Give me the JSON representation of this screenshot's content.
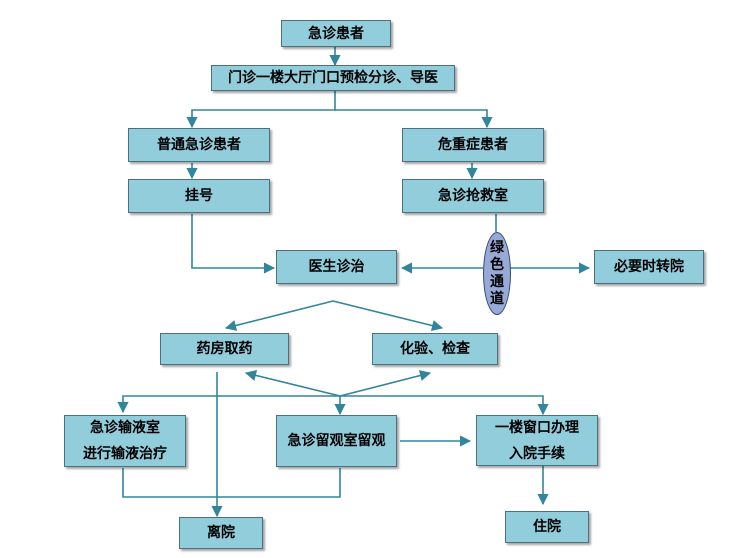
{
  "nodes": {
    "emergency_patient": "急诊患者",
    "triage": "门诊一楼大厅门口预检分诊、导医",
    "regular_patient": "普通急诊患者",
    "critical_patient": "危重症患者",
    "registration": "挂号",
    "rescue_room": "急诊抢救室",
    "diagnosis": "医生诊治",
    "transfer": "必要时转院",
    "pharmacy": "药房取药",
    "lab_test": "化验、检查",
    "infusion_line1": "急诊输液室",
    "infusion_line2": "进行输液治疗",
    "observation": "急诊留观室留观",
    "admission_line1": "一楼窗口办理",
    "admission_line2": "入院手续",
    "discharge": "离院",
    "hospitalize": "住院"
  },
  "green_channel": "绿色通道",
  "colors": {
    "box_fill": "#92cddc",
    "box_border": "#4d6f7e",
    "connector": "#31859c",
    "oval_fill": "#98a9d6"
  }
}
